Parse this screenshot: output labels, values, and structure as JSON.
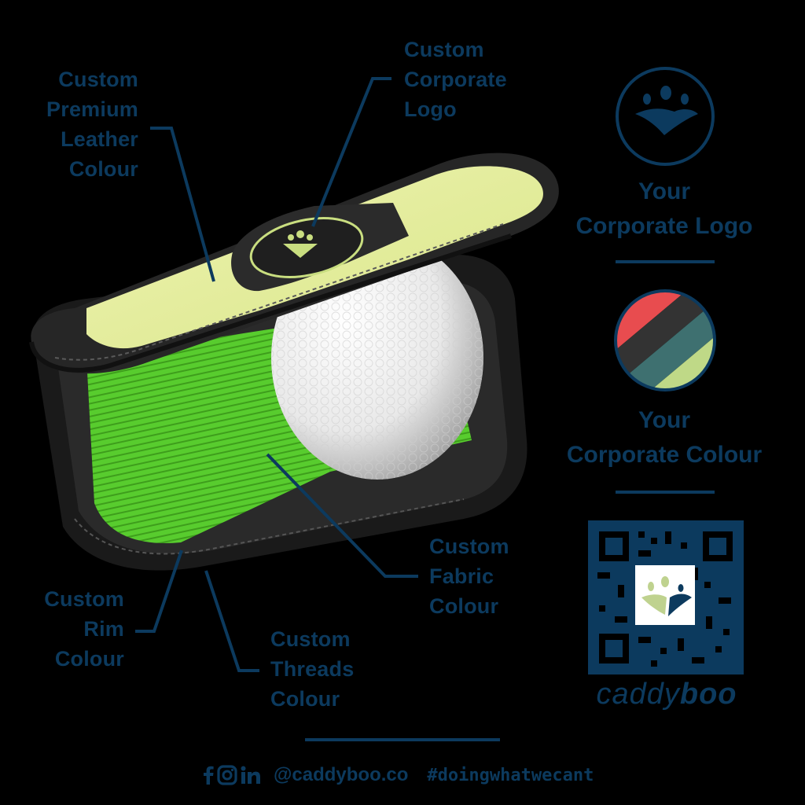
{
  "annotations": {
    "leather": {
      "lines": [
        "Custom",
        "Premium",
        "Leather",
        "Colour"
      ]
    },
    "logo": {
      "lines": [
        "Custom",
        "Corporate",
        "Logo"
      ]
    },
    "fabric": {
      "lines": [
        "Custom",
        "Fabric",
        "Colour"
      ]
    },
    "rim": {
      "lines": [
        "Custom",
        "Rim",
        "Colour"
      ]
    },
    "threads": {
      "lines": [
        "Custom",
        "Threads",
        "Colour"
      ]
    }
  },
  "legend": {
    "logo_block": {
      "lines": [
        "Your",
        "Corporate Logo"
      ]
    },
    "colour_block": {
      "lines": [
        "Your",
        "Corporate Colour"
      ]
    },
    "swatch_colors": [
      "#e84c4f",
      "#333333",
      "#3e7070",
      "#bfd987"
    ]
  },
  "brand": {
    "light": "caddy",
    "bold": "boo"
  },
  "footer": {
    "social_icons": [
      "facebook-icon",
      "instagram-icon",
      "linkedin-icon"
    ],
    "handle": "@caddyboo.co",
    "hashtag": "#doingwhatwecant"
  },
  "colors": {
    "navy": "#0c3a5e",
    "background": "#000000",
    "leather": "#e6ee9e",
    "fabric": "#5ccf32",
    "rim": "#232323"
  }
}
